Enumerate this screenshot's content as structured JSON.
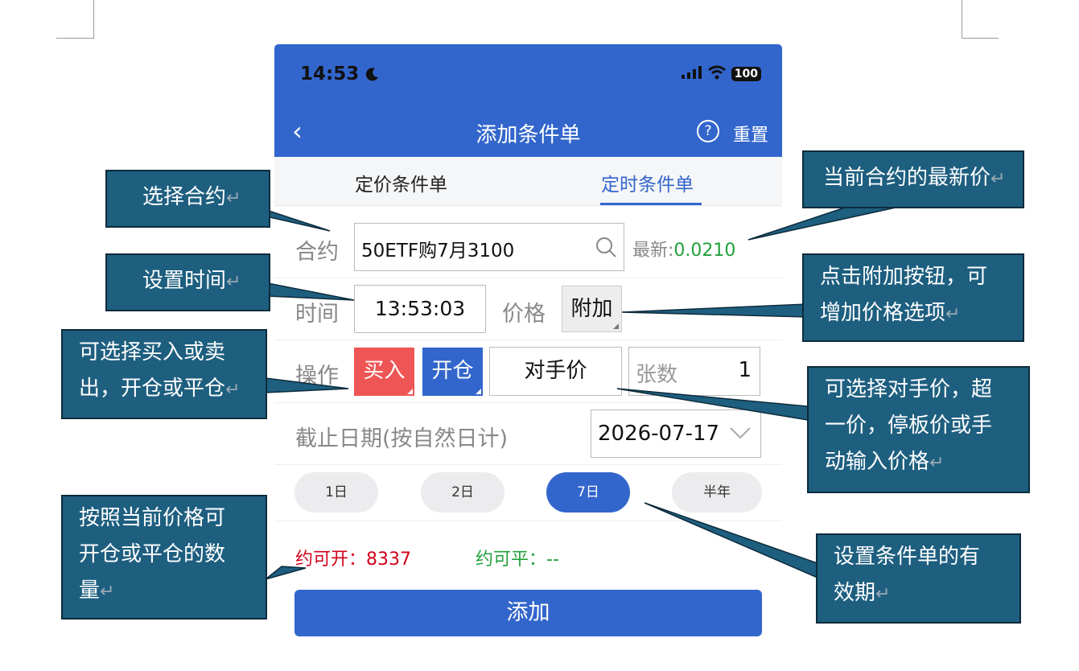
{
  "status_bar": {
    "time": "14:53",
    "battery": "100"
  },
  "nav": {
    "back": "‹",
    "title": "添加条件单",
    "help": "?",
    "reset": "重置"
  },
  "tabs": [
    "定价条件单",
    "定时条件单"
  ],
  "contract": {
    "label": "合约",
    "value": "50ETF购7月3100",
    "latest_label": "最新:",
    "latest_value": "0.0210"
  },
  "time_row": {
    "label": "时间",
    "value": "13:53:03",
    "price_label": "价格",
    "add_button": "附加"
  },
  "operation": {
    "label": "操作",
    "buy": "买入",
    "open": "开仓",
    "price_type": "对手价",
    "qty_label": "张数",
    "qty_value": "1"
  },
  "expiry": {
    "label": "截止日期(按自然日计)",
    "date": "2026-07-17"
  },
  "periods": [
    "1日",
    "2日",
    "7日",
    "半年"
  ],
  "availability": {
    "open_label": "约可开：",
    "open_value": "8337",
    "close_label": "约可平：",
    "close_value": "--"
  },
  "submit": "添加",
  "annotations": {
    "select_contract": [
      "选择合约"
    ],
    "latest_price": [
      "当前合约的最新价"
    ],
    "set_time": [
      "设置时间"
    ],
    "add_price": [
      "点击附加按钮，可",
      "增加价格选项"
    ],
    "buy_sell": [
      "可选择买入或卖",
      "出，开仓或平仓"
    ],
    "price_choice": [
      "可选择对手价，超",
      "一价，停板价或手",
      "动输入价格"
    ],
    "quantity_hint": [
      "按照当前价格可",
      "开仓或平仓的数",
      "量"
    ],
    "validity": [
      "设置条件单的有",
      "效期"
    ]
  },
  "colors": {
    "accent": "#3366cc",
    "buy": "#ee5555",
    "up_green": "#22a03a",
    "red_text": "#d0021b",
    "callout": "#1e5f80"
  }
}
